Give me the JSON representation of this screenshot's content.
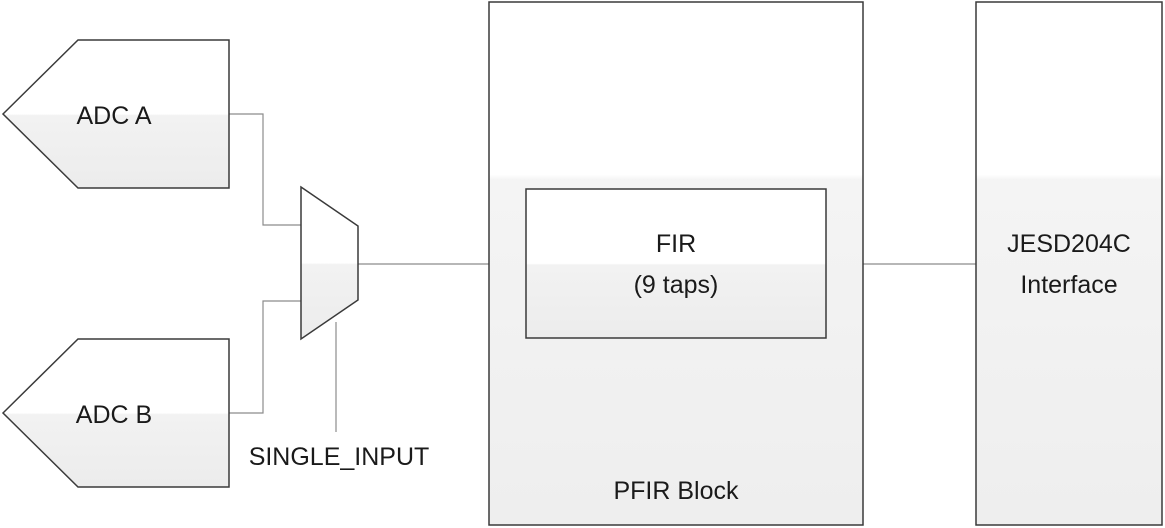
{
  "blocks": {
    "adc_a": {
      "label": "ADC A"
    },
    "adc_b": {
      "label": "ADC B"
    },
    "mux": {
      "control_label": "SINGLE_INPUT"
    },
    "pfir": {
      "label": "PFIR Block"
    },
    "fir": {
      "line1": "FIR",
      "line2": "(9 taps)"
    },
    "jesd": {
      "line1": "JESD204C",
      "line2": "Interface"
    }
  },
  "colors": {
    "stroke": "#3a3a3a",
    "wire": "#8c8c8c",
    "fill_top": "#ffffff",
    "fill_bottom": "#efefef",
    "text": "#1a1a1a"
  }
}
